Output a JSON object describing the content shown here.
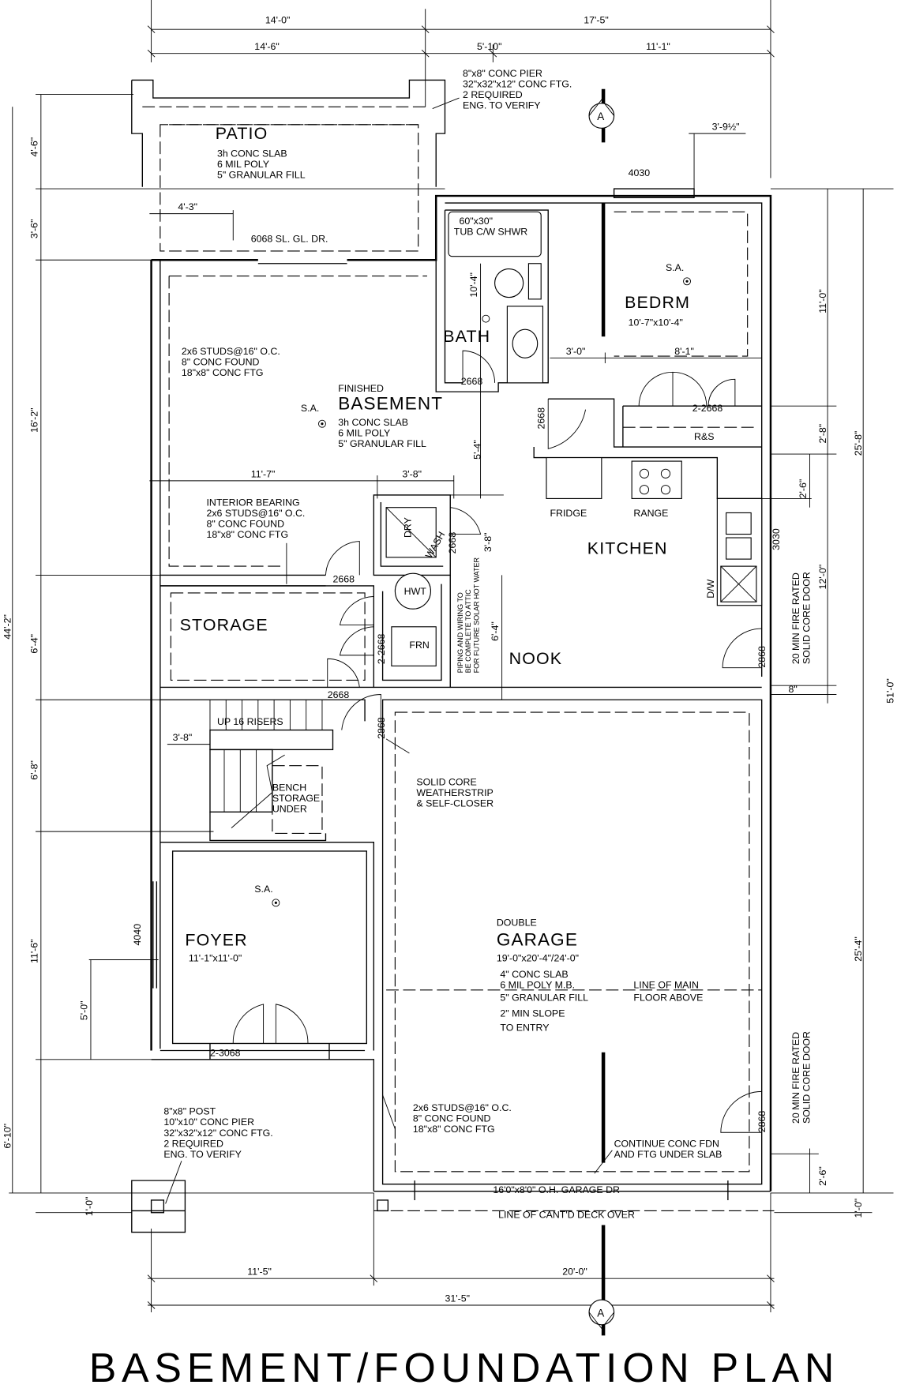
{
  "title": "BASEMENT/FOUNDATION PLAN",
  "section_marker": "A",
  "dimensions": {
    "top_overall_left": "14'-0\"",
    "top_overall_right": "17'-5\"",
    "top_patio": "14'-6\"",
    "top_mid": "5'-10\"",
    "top_right": "11'-1\"",
    "bedrm_setback": "3'-9½\"",
    "bedrm_window": "4030",
    "patio_door_offset": "4'-3\"",
    "left_patio": "4'-6\"",
    "left_upper": "3'-6\"",
    "left_basement": "16'-2\"",
    "left_storage": "6'-4\"",
    "left_total": "44'-2\"",
    "left_stair": "6'-8\"",
    "left_foyer": "11'-6\"",
    "left_deck": "6'-10\"",
    "left_bottom": "1'-0\"",
    "foyer_window": "4040",
    "foyer_window_offset": "5'-0\"",
    "basement_width": "11'-7\"",
    "laundry_width": "3'-8\"",
    "laundry_depth": "3'-8\"",
    "bath_depth": "10'-4\"",
    "bath_to_bearing": "5'-4\"",
    "nook_depth": "6'-4\"",
    "bedrm_door_offset": "3'-0\"",
    "bedrm_closet_width": "8'-1\"",
    "stair_width": "3'-8\"",
    "right_bedrm": "11'-0\"",
    "right_closet": "2'-8\"",
    "right_upper_total": "25'-8\"",
    "right_counter": "2'-6\"",
    "right_kitchen": "12'-0\"",
    "right_wall": "8\"",
    "right_total": "51'-0\"",
    "right_garage": "25'-4\"",
    "right_garage_door": "2'-6\"",
    "right_bottom": "1'-0\"",
    "bottom_left": "11'-5\"",
    "bottom_right": "20'-0\"",
    "bottom_total": "31'-5\""
  },
  "rooms": {
    "patio": {
      "name": "PATIO",
      "notes": [
        "3h CONC SLAB",
        "6 MIL POLY",
        "5\" GRANULAR FILL"
      ]
    },
    "bath": {
      "name": "BATH",
      "tub": [
        "60\"x30\"",
        "TUB C/W SHWR"
      ]
    },
    "bedrm": {
      "name": "BEDRM",
      "size": "10'-7\"x10'-4\"",
      "sa": "S.A."
    },
    "basement": {
      "prefix": "FINISHED",
      "name": "BASEMENT",
      "sa": "S.A.",
      "notes": [
        "3h CONC SLAB",
        "6 MIL POLY",
        "5\" GRANULAR FILL"
      ]
    },
    "kitchen": {
      "name": "KITCHEN",
      "fridge": "FRIDGE",
      "range": "RANGE",
      "dw": "D/W",
      "window": "3030"
    },
    "storage": {
      "name": "STORAGE"
    },
    "nook": {
      "name": "NOOK"
    },
    "foyer": {
      "name": "FOYER",
      "size": "11'-1\"x11'-0\"",
      "sa": "S.A."
    },
    "garage": {
      "prefix": "DOUBLE",
      "name": "GARAGE",
      "size": "19'-0\"x20'-4\"/24'-0\"",
      "notes": [
        "4\" CONC SLAB",
        "6 MIL POLY M.B.",
        "5\" GRANULAR FILL",
        "2\" MIN SLOPE",
        "TO ENTRY"
      ]
    }
  },
  "fixtures": {
    "dry": "DRY",
    "wash": "WASH",
    "hwt": "HWT",
    "frn": "FRN",
    "rs": "R&S"
  },
  "doors": {
    "patio_door": "6068 SL. GL. DR.",
    "bath_door": "2668",
    "bath_side_door": "2668",
    "bedrm_closet": "2-2668",
    "laundry_door": "2668",
    "bearing_door": "2668",
    "storage_door": "2-2668",
    "stair_door": "2668",
    "garage_entry": "2868",
    "kitchen_exterior": "2868",
    "garage_side": "2868",
    "foyer_entry": "2-3068",
    "garage_door": "16'0\"x8'0\" O.H. GARAGE DR"
  },
  "notes": {
    "conc_pier": [
      "8\"x8\" CONC PIER",
      "32\"x32\"x12\" CONC FTG.",
      "2 REQUIRED",
      "ENG. TO VERIFY"
    ],
    "wall_spec": [
      "2x6 STUDS@16\" O.C.",
      "8\" CONC FOUND",
      "18\"x8\" CONC FTG"
    ],
    "interior_bearing": [
      "INTERIOR BEARING",
      "2x6 STUDS@16\" O.C.",
      "8\" CONC FOUND",
      "18\"x8\" CONC FTG"
    ],
    "solar": [
      "PIPING AND WIRING TO",
      "BE COMPLETE TO ATTIC",
      "FOR FUTURE SOLAR HOT WATER"
    ],
    "stairs": "UP 16 RISERS",
    "bench": [
      "BENCH",
      "STORAGE",
      "UNDER"
    ],
    "solid_core": [
      "SOLID CORE",
      "WEATHERSTRIP",
      "& SELF-CLOSER"
    ],
    "fire_door": [
      "20 MIN FIRE RATED",
      "SOLID CORE DOOR"
    ],
    "main_floor": [
      "LINE OF MAIN",
      "FLOOR ABOVE"
    ],
    "garage_wall": [
      "2x6 STUDS@16\" O.C.",
      "8\" CONC FOUND",
      "18\"x8\" CONC FTG"
    ],
    "continue_fdn": [
      "CONTINUE CONC FDN",
      "AND FTG UNDER SLAB"
    ],
    "post": [
      "8\"x8\" POST",
      "10\"x10\" CONC PIER",
      "32\"x32\"x12\" CONC FTG.",
      "2 REQUIRED",
      "ENG. TO VERIFY"
    ],
    "cantd_deck": "LINE OF CANT'D DECK OVER"
  }
}
